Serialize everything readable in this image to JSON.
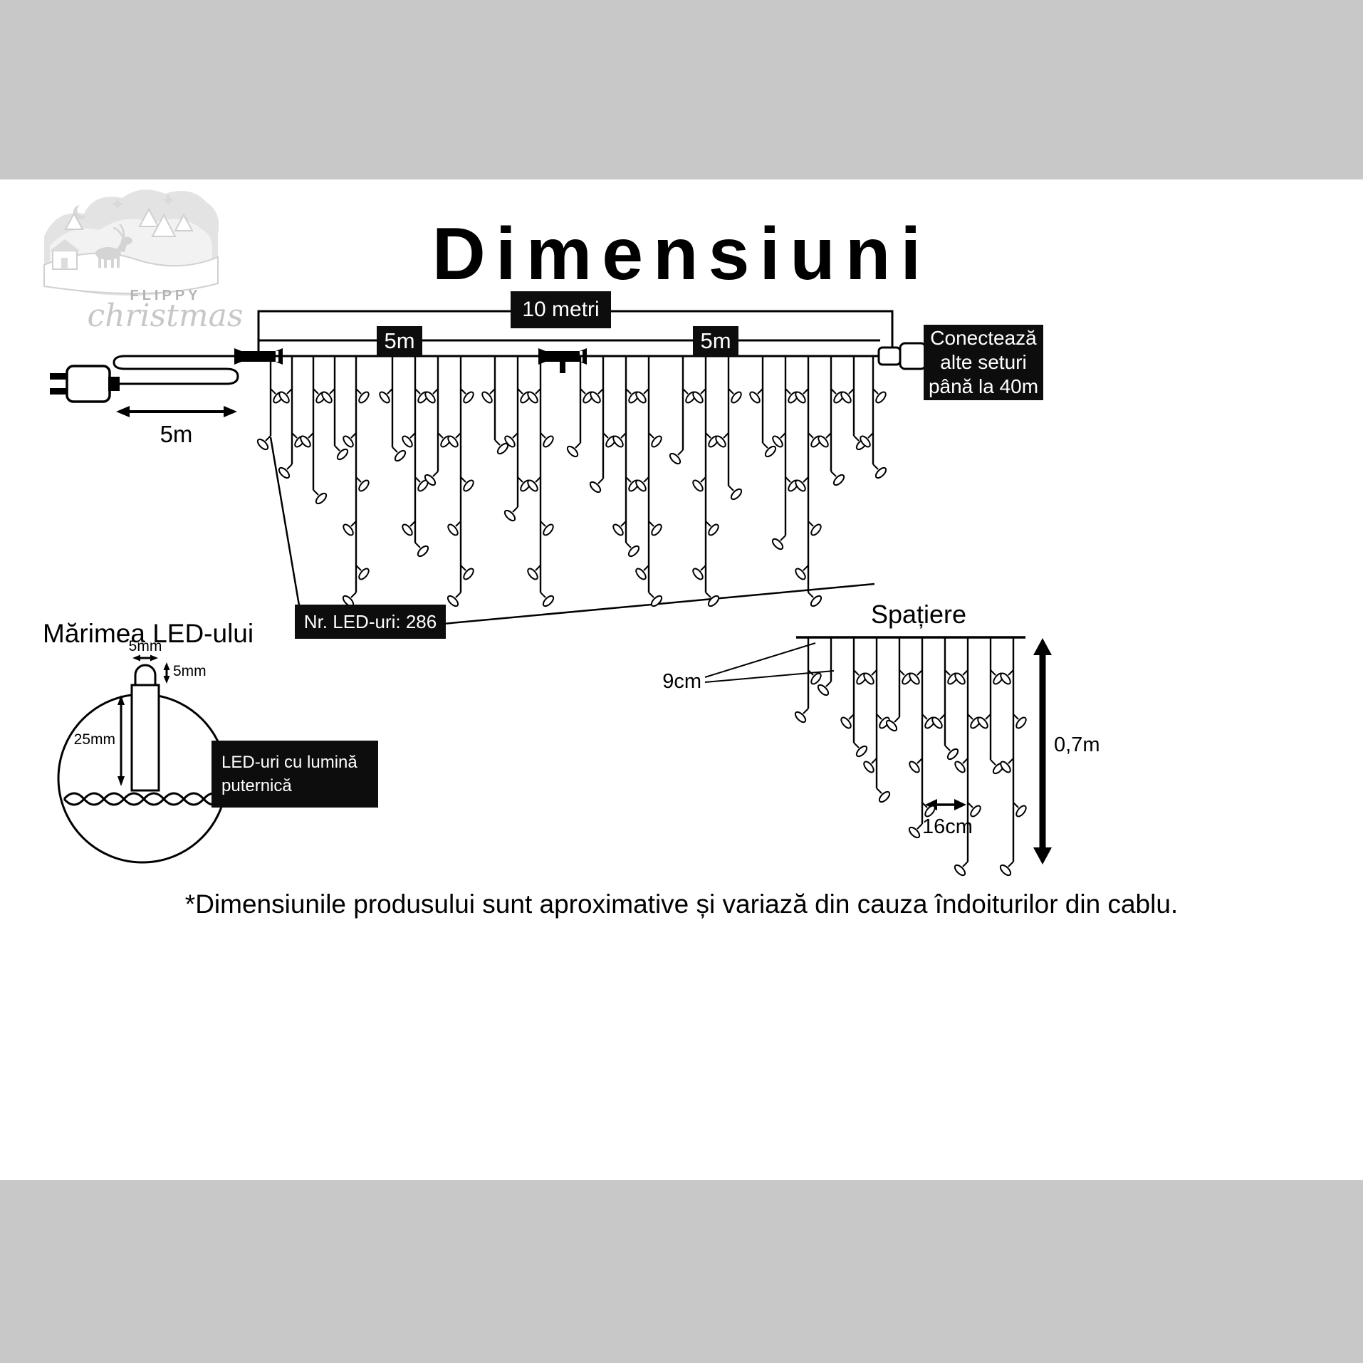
{
  "title": "Dimensiuni",
  "logo": {
    "brand": "FLIPPY",
    "script": "christmas"
  },
  "main_diagram": {
    "total_length": "10 metri",
    "left_half": "5m",
    "right_half": "5m",
    "lead_length": "5m",
    "connector_note": {
      "line1": "Conectează",
      "line2": "alte seturi",
      "line3": "până la 40m"
    },
    "led_count": "Nr. LED-uri: 286"
  },
  "led_size": {
    "title": "Mărimea LED-ului",
    "bulb_width": "5mm",
    "bulb_height": "5mm",
    "bulb_length": "25mm",
    "callout_line1": "LED-uri cu lumină",
    "callout_line2": "puternică"
  },
  "spacing": {
    "title": "Spațiere",
    "drop_spacing": "9cm",
    "group_spacing": "16cm",
    "drop_height": "0,7m"
  },
  "footnote": "*Dimensiunile produsului sunt aproximative și variază din cauza îndoiturilor din cablu.",
  "colors": {
    "band_gray": "#c8c8c8",
    "badge_black": "#0d0d0d"
  }
}
